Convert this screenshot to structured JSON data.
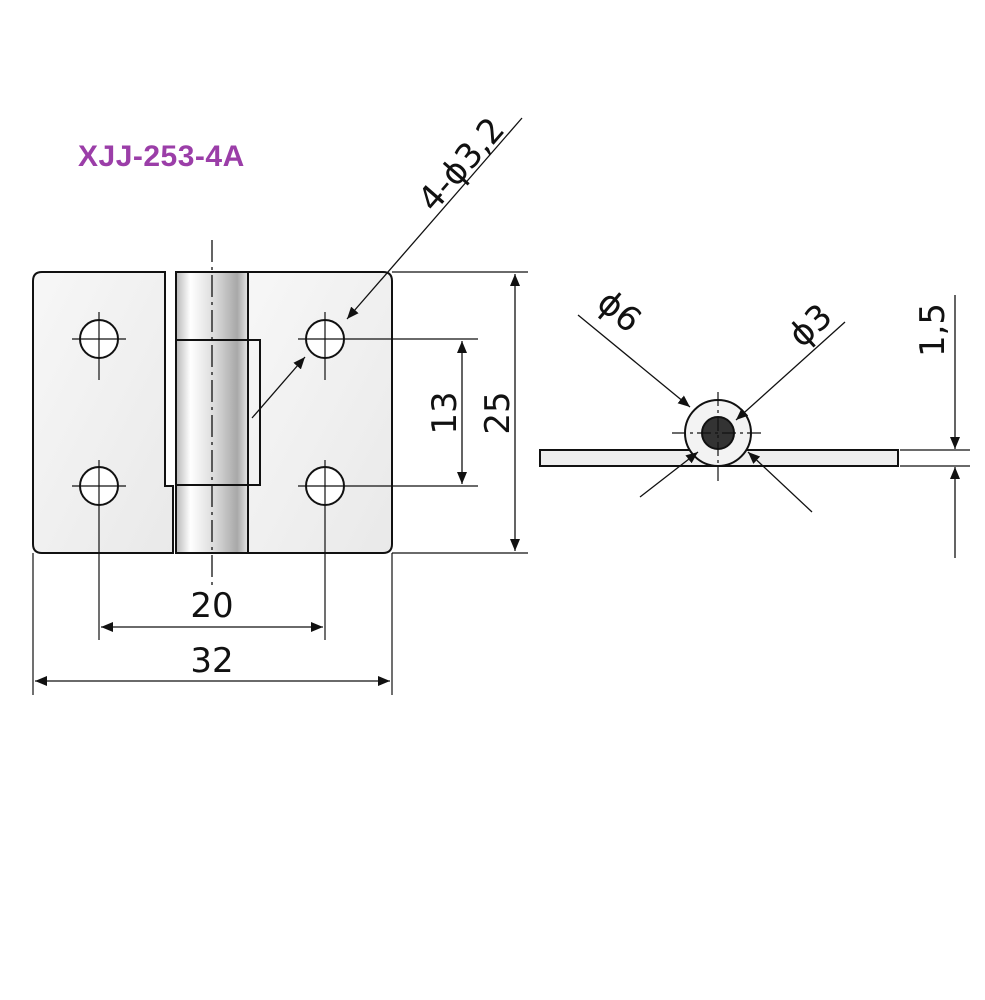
{
  "title": "XJJ-253-4A",
  "dimensions": {
    "holes": "4-ϕ3,2",
    "hole_spacing_vertical": "13",
    "height": "25",
    "hole_spacing_horizontal": "20",
    "width": "32",
    "outer_diameter": "ϕ6",
    "pin_diameter": "ϕ3",
    "thickness": "1,5"
  },
  "colors": {
    "title": "#9b3ea8",
    "plate_fill": "#f1f1f1",
    "line": "#111111",
    "pin": "#333333"
  }
}
